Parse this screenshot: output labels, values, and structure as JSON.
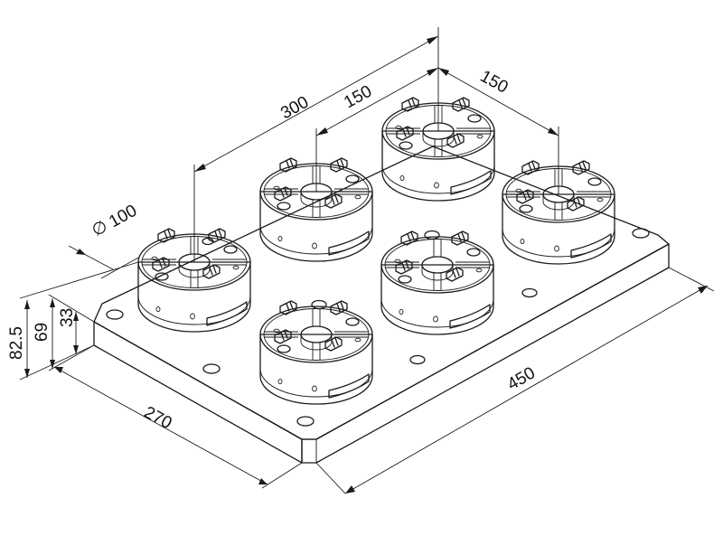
{
  "drawing": {
    "view": "isometric",
    "part": "baseplate with 6 round zero-point chucks",
    "line_color": "#1a1a1a",
    "background": "#ffffff"
  },
  "dimensions": {
    "plate_length": "450",
    "plate_width": "270",
    "pitch_long": "300",
    "pitch_short_a": "150",
    "pitch_short_b": "150",
    "chuck_diameter_symbol": "∅",
    "chuck_diameter": "100",
    "height_total": "82.5",
    "height_mid": "69",
    "height_plate": "33"
  },
  "chucks": [
    {
      "id": "front-left"
    },
    {
      "id": "front-center"
    },
    {
      "id": "front-right"
    },
    {
      "id": "back-left"
    },
    {
      "id": "back-center"
    },
    {
      "id": "back-right"
    }
  ]
}
